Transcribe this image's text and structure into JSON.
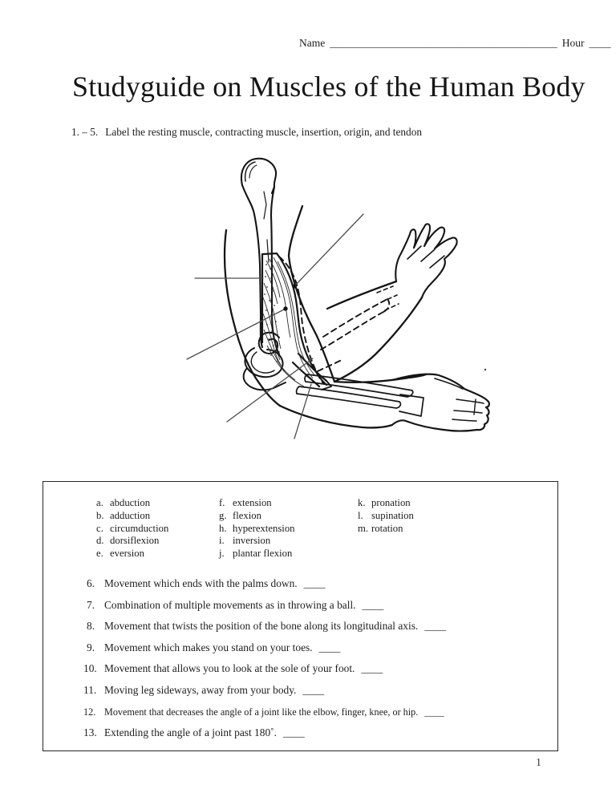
{
  "header": {
    "name_label": "Name",
    "name_line": "__________________________________________",
    "hour_label": "Hour",
    "hour_line": "____"
  },
  "title": "Studyguide on Muscles of the Human Body",
  "instruction": {
    "range": "1. – 5.",
    "text": "Label the resting muscle, contracting muscle, insertion, origin, and tendon"
  },
  "figure": {
    "name": "arm-elbow-flexion-muscle-diagram"
  },
  "word_bank": {
    "column1": [
      {
        "letter": "a.",
        "term": "abduction"
      },
      {
        "letter": "b.",
        "term": "adduction"
      },
      {
        "letter": "c.",
        "term": "circumduction"
      },
      {
        "letter": "d.",
        "term": "dorsiflexion"
      },
      {
        "letter": "e.",
        "term": "eversion"
      }
    ],
    "column2": [
      {
        "letter": "f.",
        "term": "extension"
      },
      {
        "letter": "g.",
        "term": "flexion"
      },
      {
        "letter": "h.",
        "term": "hyperextension"
      },
      {
        "letter": "i.",
        "term": "inversion"
      },
      {
        "letter": "j.",
        "term": "plantar flexion"
      }
    ],
    "column3": [
      {
        "letter": "k.",
        "term": "pronation"
      },
      {
        "letter": "l.",
        "term": "supination"
      },
      {
        "letter": "m.",
        "term": "rotation"
      }
    ]
  },
  "questions": [
    {
      "number": "6.",
      "text": "Movement which ends with the palms down.",
      "blank": "____"
    },
    {
      "number": "7.",
      "text": "Combination of multiple movements as in throwing a ball.",
      "blank": "____"
    },
    {
      "number": "8.",
      "text": "Movement that twists the position of the bone along its longitudinal axis.",
      "blank": "____"
    },
    {
      "number": "9.",
      "text": "Movement which makes you stand on your toes.",
      "blank": "____"
    },
    {
      "number": "10.",
      "text": "Movement that allows you to look at the sole of your foot.",
      "blank": "____"
    },
    {
      "number": "11.",
      "text": "Moving leg sideways, away from your body.",
      "blank": "____"
    },
    {
      "number": "12.",
      "text": "Movement that decreases the angle of a joint like the elbow, finger, knee, or hip.",
      "blank": "____"
    },
    {
      "number": "13.",
      "text": "Extending the angle of a joint past 180˚.",
      "blank": "____"
    }
  ],
  "page_number": "1"
}
